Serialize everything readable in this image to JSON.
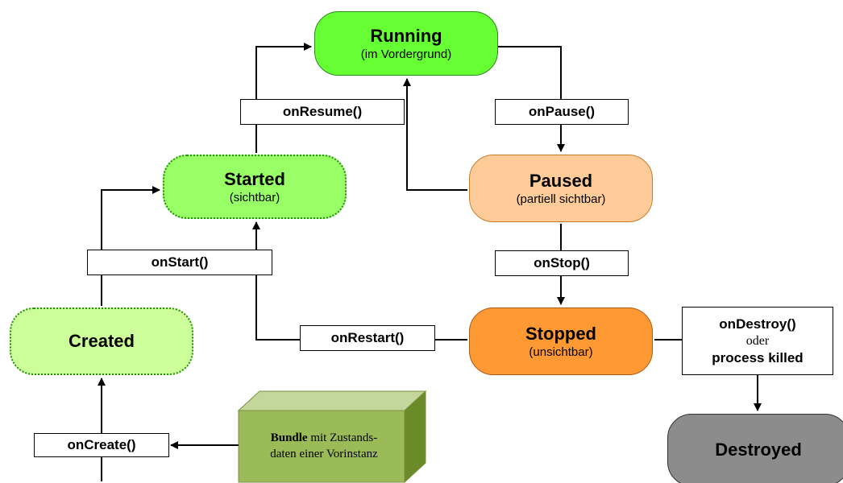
{
  "states": {
    "running": {
      "title": "Running",
      "subtitle": "(im Vordergrund)",
      "color": "#66ff33"
    },
    "started": {
      "title": "Started",
      "subtitle": "(sichtbar)",
      "color": "#99ff66"
    },
    "created": {
      "title": "Created",
      "color": "#ccff99"
    },
    "paused": {
      "title": "Paused",
      "subtitle": "(partiell sichtbar)",
      "color": "#ffcc99"
    },
    "stopped": {
      "title": "Stopped",
      "subtitle": "(unsichtbar)",
      "color": "#ff9933"
    },
    "destroyed": {
      "title": "Destroyed",
      "color": "#8c8c8c"
    }
  },
  "transitions": {
    "on_resume": "onResume()",
    "on_pause": "onPause()",
    "on_start": "onStart()",
    "on_stop": "onStop()",
    "on_restart": "onRestart()",
    "on_create": "onCreate()",
    "on_destroy": {
      "line1": "onDestroy()",
      "line2": "oder",
      "line3": "process killed"
    }
  },
  "bundle": {
    "bold": "Bundle",
    "rest1": " mit Zustands-",
    "rest2": "daten einer Vorinstanz",
    "color": "#9bbb59"
  }
}
